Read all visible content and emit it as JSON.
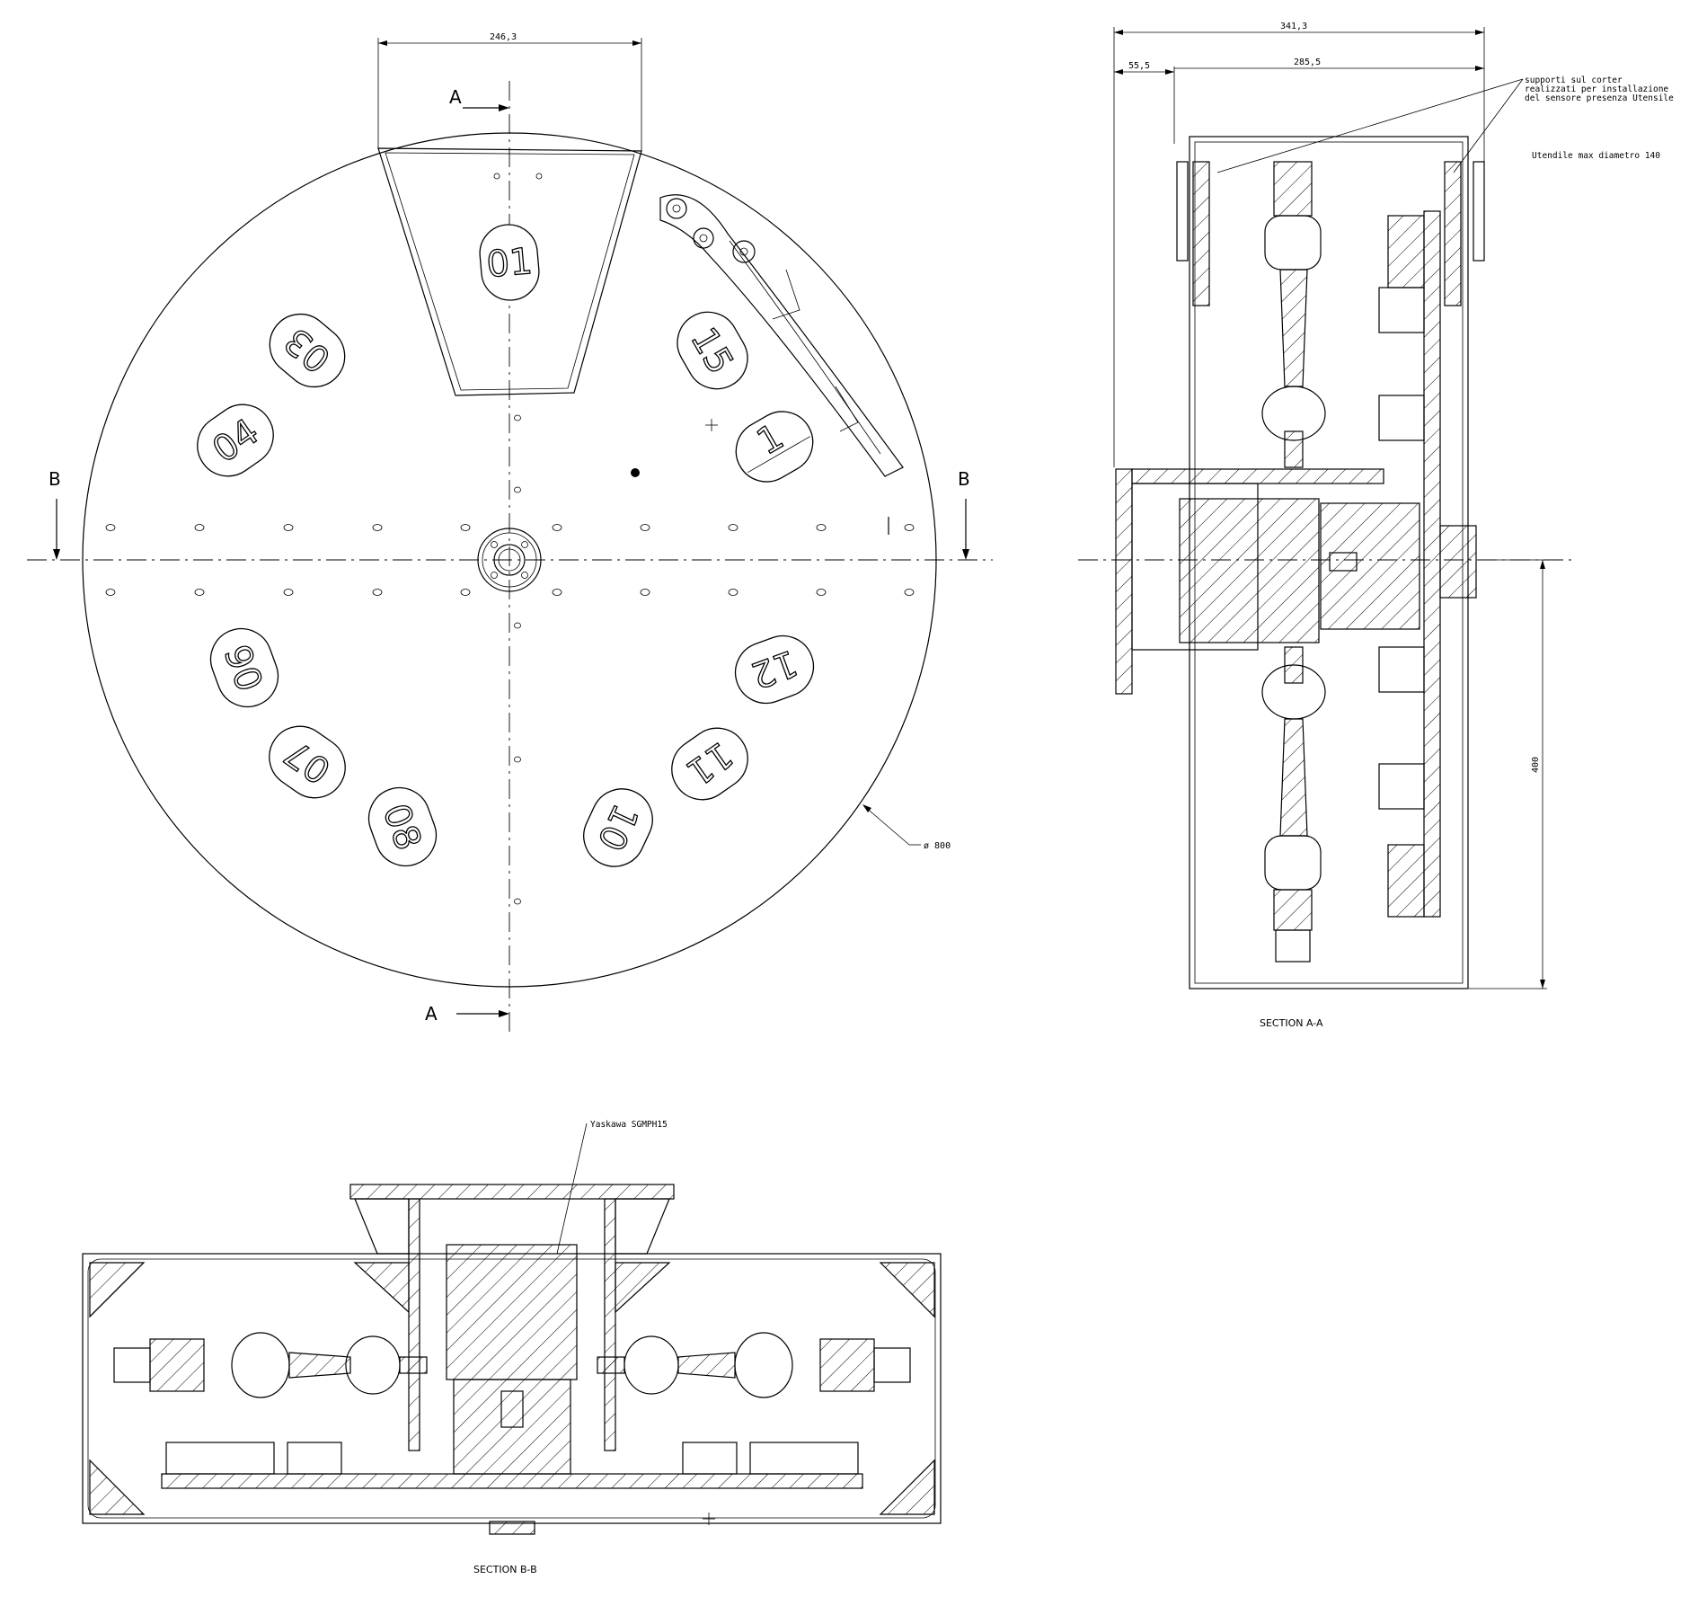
{
  "front_view": {
    "dim_width": "246,3",
    "dim_diameter": "ø 800",
    "section_a_label": "A",
    "section_b_label": "B",
    "slot_labels": [
      "01",
      "03",
      "04",
      "06",
      "07",
      "08",
      "10",
      "11",
      "12",
      "15",
      "1"
    ]
  },
  "section_aa": {
    "dim_total": "341,3",
    "dim_left": "55,5",
    "dim_right": "285,5",
    "dim_height": "400",
    "note_supports": "supporti sul corter\nrealizzati per installazione\ndel sensore presenza Utensile",
    "note_tool": "Utendile max diametro 140",
    "title": "SECTION A-A"
  },
  "section_bb": {
    "motor_label": "Yaskawa SGMPH15",
    "title": "SECTION B-B"
  }
}
